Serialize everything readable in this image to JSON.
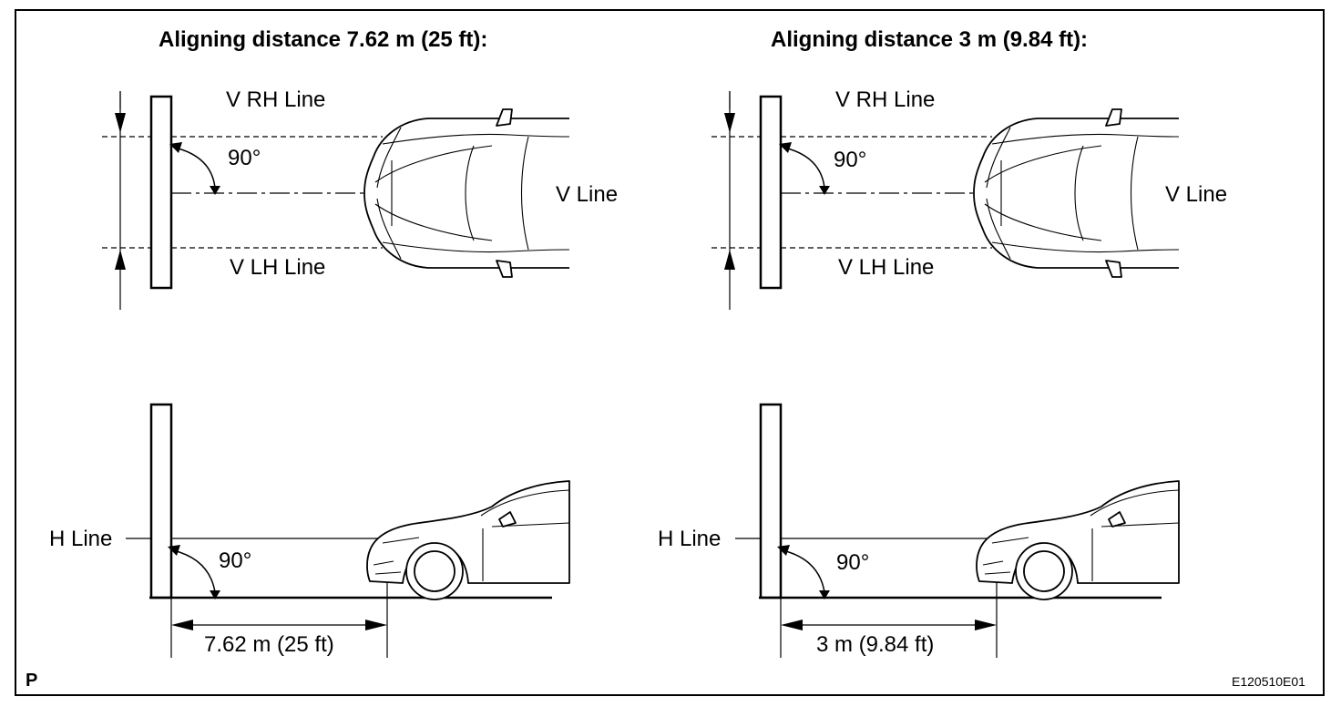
{
  "left_panel": {
    "title": "Aligning distance 7.62 m (25 ft):",
    "top_view": {
      "v_rh_line": "V RH Line",
      "v_lh_line": "V LH Line",
      "v_line": "V Line",
      "angle": "90°"
    },
    "side_view": {
      "h_line": "H Line",
      "angle": "90°",
      "distance": "7.62 m (25 ft)"
    }
  },
  "right_panel": {
    "title": "Aligning distance 3 m (9.84 ft):",
    "top_view": {
      "v_rh_line": "V RH Line",
      "v_lh_line": "V LH Line",
      "v_line": "V Line",
      "angle": "90°"
    },
    "side_view": {
      "h_line": "H Line",
      "angle": "90°",
      "distance": "3 m (9.84 ft)"
    }
  },
  "corner_label_left": "P",
  "figure_id": "E120510E01"
}
